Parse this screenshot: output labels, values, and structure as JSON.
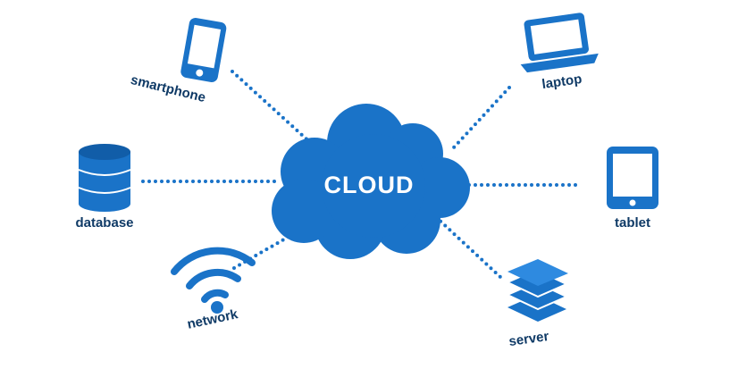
{
  "colors": {
    "primary": "#1a73c8",
    "primary_dark": "#115da8",
    "label": "#0f3a66",
    "cloud_text": "#ffffff",
    "background": "#ffffff"
  },
  "cloud": {
    "label": "CLOUD",
    "icon": "cloud-icon"
  },
  "nodes": {
    "smartphone": {
      "label": "smartphone",
      "icon": "smartphone-icon"
    },
    "laptop": {
      "label": "laptop",
      "icon": "laptop-icon"
    },
    "database": {
      "label": "database",
      "icon": "database-icon"
    },
    "tablet": {
      "label": "tablet",
      "icon": "tablet-icon"
    },
    "network": {
      "label": "network",
      "icon": "wifi-icon"
    },
    "server": {
      "label": "server",
      "icon": "server-stack-icon"
    }
  }
}
